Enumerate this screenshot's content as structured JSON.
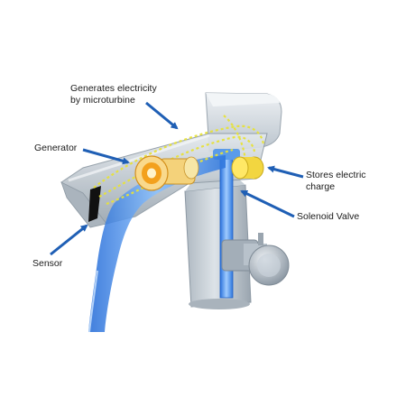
{
  "labels": {
    "generates": "Generates electricity\nby microturbine",
    "generator": "Generator",
    "stores": "Stores electric\ncharge",
    "solenoid": "Solenoid Valve",
    "sensor": "Sensor"
  },
  "colors": {
    "arrow": "#1f5fb5",
    "faucet_light": "#d7dde3",
    "faucet_mid": "#b7c1ca",
    "faucet_dark": "#8d99a4",
    "water": "#3a82e6",
    "energy": "#e8e23a",
    "generator_orange": "#f3a11d",
    "capacitor": "#f2d640"
  }
}
